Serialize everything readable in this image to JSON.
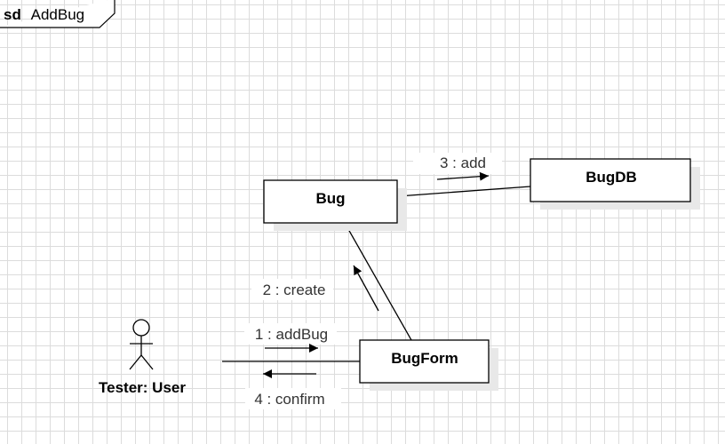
{
  "frame": {
    "keyword": "sd",
    "name": "AddBug"
  },
  "objects": {
    "bug": "Bug",
    "bugdb": "BugDB",
    "bugform": "BugForm"
  },
  "actor": {
    "label": "Tester: User"
  },
  "messages": {
    "m1": "1 : addBug",
    "m2": "2 : create",
    "m3": "3 : add",
    "m4": "4 : confirm"
  },
  "colors": {
    "grid": "#dcdcdc",
    "line": "#000000",
    "shadow": "#e6e6e6"
  }
}
